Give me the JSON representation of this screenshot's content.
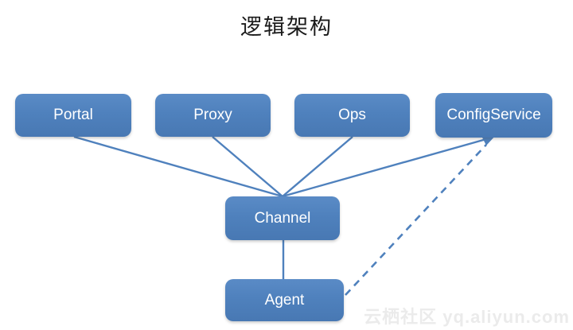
{
  "title": "逻辑架构",
  "watermark": "云栖社区 yq.aliyun.com",
  "colors": {
    "node_fill": "#4f81bd",
    "node_fill_top": "#5a8bc6",
    "node_fill_bottom": "#4878b3",
    "edge": "#4f81bd",
    "node_text": "#ffffff",
    "title_text": "#1a1a1a",
    "watermark_text": "#ebebeb",
    "background": "#ffffff"
  },
  "nodes": [
    {
      "id": "portal",
      "label": "Portal"
    },
    {
      "id": "proxy",
      "label": "Proxy"
    },
    {
      "id": "ops",
      "label": "Ops"
    },
    {
      "id": "configservice",
      "label": "ConfigService"
    },
    {
      "id": "channel",
      "label": "Channel"
    },
    {
      "id": "agent",
      "label": "Agent"
    }
  ],
  "edges": [
    {
      "from": "Portal",
      "to": "Channel",
      "style": "solid",
      "arrow": "none"
    },
    {
      "from": "Proxy",
      "to": "Channel",
      "style": "solid",
      "arrow": "none"
    },
    {
      "from": "Ops",
      "to": "Channel",
      "style": "solid",
      "arrow": "none"
    },
    {
      "from": "Channel",
      "to": "ConfigService",
      "style": "solid",
      "arrow": "at ConfigService"
    },
    {
      "from": "Channel",
      "to": "Agent",
      "style": "solid",
      "arrow": "none"
    },
    {
      "from": "Agent",
      "to": "ConfigService",
      "style": "dashed",
      "arrow": "at ConfigService"
    }
  ]
}
